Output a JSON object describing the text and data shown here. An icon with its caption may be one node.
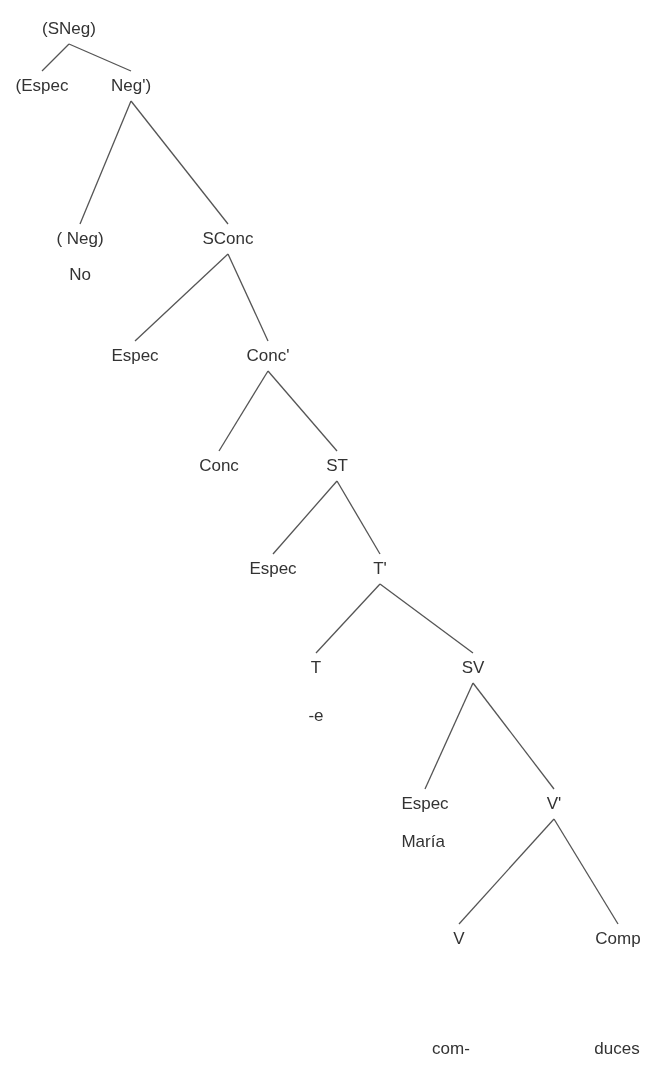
{
  "diagram": {
    "nodes": [
      {
        "text": [
          "(SNeg)"
        ]
      },
      {
        "text": [
          "(Espec"
        ]
      },
      {
        "text": [
          "Neg')"
        ]
      },
      {
        "text": [
          "( Neg)",
          "No"
        ]
      },
      {
        "text": [
          "SConc"
        ]
      },
      {
        "text": [
          "Espec"
        ]
      },
      {
        "text": [
          "Conc'"
        ]
      },
      {
        "text": [
          "Conc"
        ]
      },
      {
        "text": [
          "ST"
        ]
      },
      {
        "text": [
          "Espec"
        ]
      },
      {
        "text": [
          "T'"
        ]
      },
      {
        "text": [
          "T",
          "-e"
        ]
      },
      {
        "text": [
          "SV"
        ]
      },
      {
        "text": [
          "Espec",
          "María"
        ]
      },
      {
        "text": [
          "V'"
        ]
      },
      {
        "text": [
          "V"
        ]
      },
      {
        "text": [
          "Comp"
        ]
      }
    ],
    "edges": [
      {
        "from": 0,
        "to": 1,
        "arrow": "none"
      },
      {
        "from": 0,
        "to": 2,
        "arrow": "none"
      },
      {
        "from": 2,
        "to": 3,
        "arrow": "none"
      },
      {
        "from": 2,
        "to": 4,
        "arrow": "none"
      },
      {
        "from": 4,
        "to": 5,
        "arrow": "none"
      },
      {
        "from": 4,
        "to": 6,
        "arrow": "none"
      },
      {
        "from": 6,
        "to": 7,
        "arrow": "none"
      },
      {
        "from": 6,
        "to": 8,
        "arrow": "none"
      },
      {
        "from": 8,
        "to": 9,
        "arrow": "none"
      },
      {
        "from": 8,
        "to": 10,
        "arrow": "none"
      },
      {
        "from": 10,
        "to": 11,
        "arrow": "none"
      },
      {
        "from": 10,
        "to": 12,
        "arrow": "none"
      },
      {
        "from": 12,
        "to": 13,
        "arrow": "none"
      },
      {
        "from": 12,
        "to": 14,
        "arrow": "none"
      },
      {
        "from": 14,
        "to": 15,
        "arrow": "none"
      },
      {
        "from": 14,
        "to": 16,
        "arrow": "none"
      }
    ],
    "labels": [
      "com-",
      "duces"
    ]
  }
}
